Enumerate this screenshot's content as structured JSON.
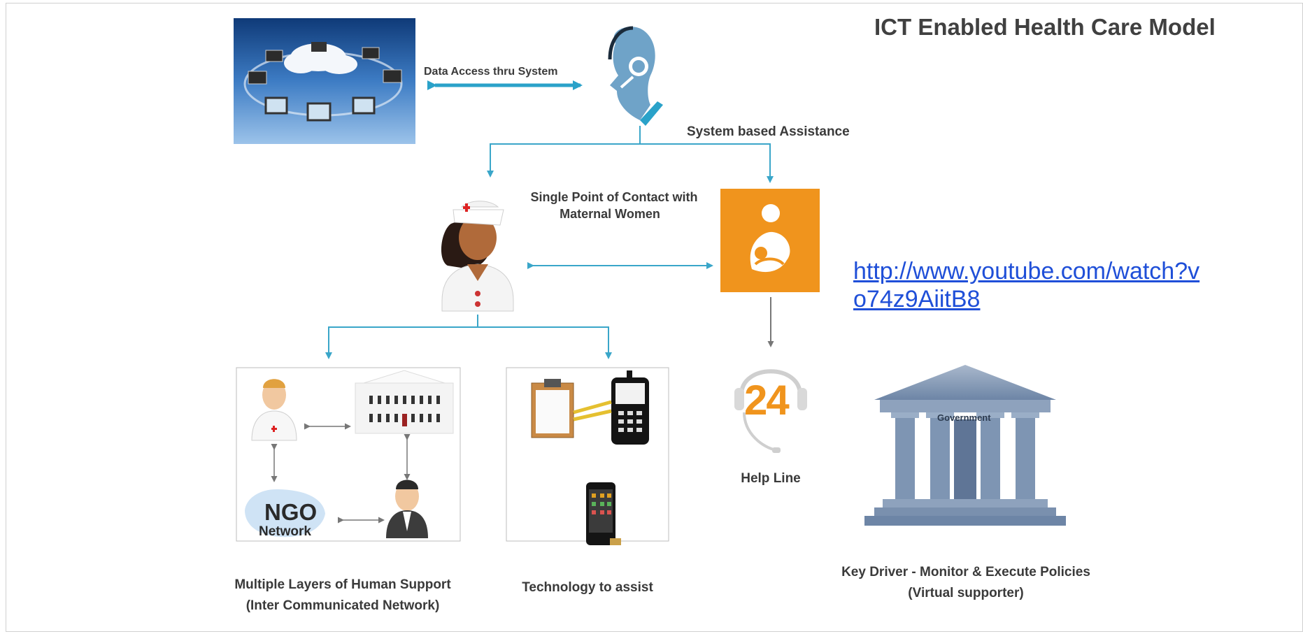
{
  "title": "ICT Enabled Health Care Model",
  "labels": {
    "data_access": "Data Access thru System",
    "system_assist": "System based Assistance",
    "spoc_line1": "Single Point of Contact with",
    "spoc_line2": "Maternal Women",
    "help_line": "Help Line",
    "help_number": "24",
    "human_support_line1": "Multiple Layers of Human Support",
    "human_support_line2": "(Inter Communicated Network)",
    "technology": "Technology to assist",
    "gov_line1": "Key Driver  - Monitor & Execute Policies",
    "gov_line2": "(Virtual supporter)",
    "government": "Government",
    "ngo": "NGO",
    "network": "Network"
  },
  "link": {
    "line1": "http://www.youtube.com/watch?v",
    "line2": "o74z9AiitB8"
  },
  "colors": {
    "arrow": "#3aa6c9",
    "orange": "#f0941d",
    "headset": "#6fa3c8",
    "government": "#7e95b3",
    "link": "#1f4fd8"
  },
  "icons": [
    "cloud-network-icon",
    "call-center-agent-icon",
    "nurse-icon",
    "mother-baby-icon",
    "helpline-24-icon",
    "government-building-icon",
    "doctor-icon",
    "hospital-icon",
    "ngo-network-icon",
    "official-icon",
    "clipboard-icon",
    "feature-phone-icon",
    "smartphone-icon"
  ]
}
